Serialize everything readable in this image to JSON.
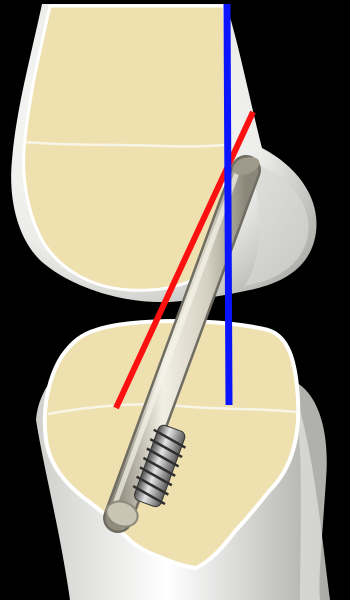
{
  "image": {
    "background_color": "#000000",
    "colors": {
      "bone_shell": "#eeeeea",
      "bone_shadow": "#b9b9b4",
      "cancellous_bone": "#efe0b0",
      "physis_line": "#f7f3e4",
      "graft": "#d8d4c4",
      "screw_metal": "#9a9a9a",
      "red_line": "#ff1010",
      "blue_line": "#0a14ff"
    },
    "elements": [
      {
        "name": "femur",
        "icon": "bone"
      },
      {
        "name": "tibia",
        "icon": "bone"
      },
      {
        "name": "graft",
        "icon": "graft-rod"
      },
      {
        "name": "interference-screw",
        "icon": "screw"
      },
      {
        "name": "red-line",
        "icon": "line"
      },
      {
        "name": "blue-line",
        "icon": "line"
      }
    ]
  }
}
